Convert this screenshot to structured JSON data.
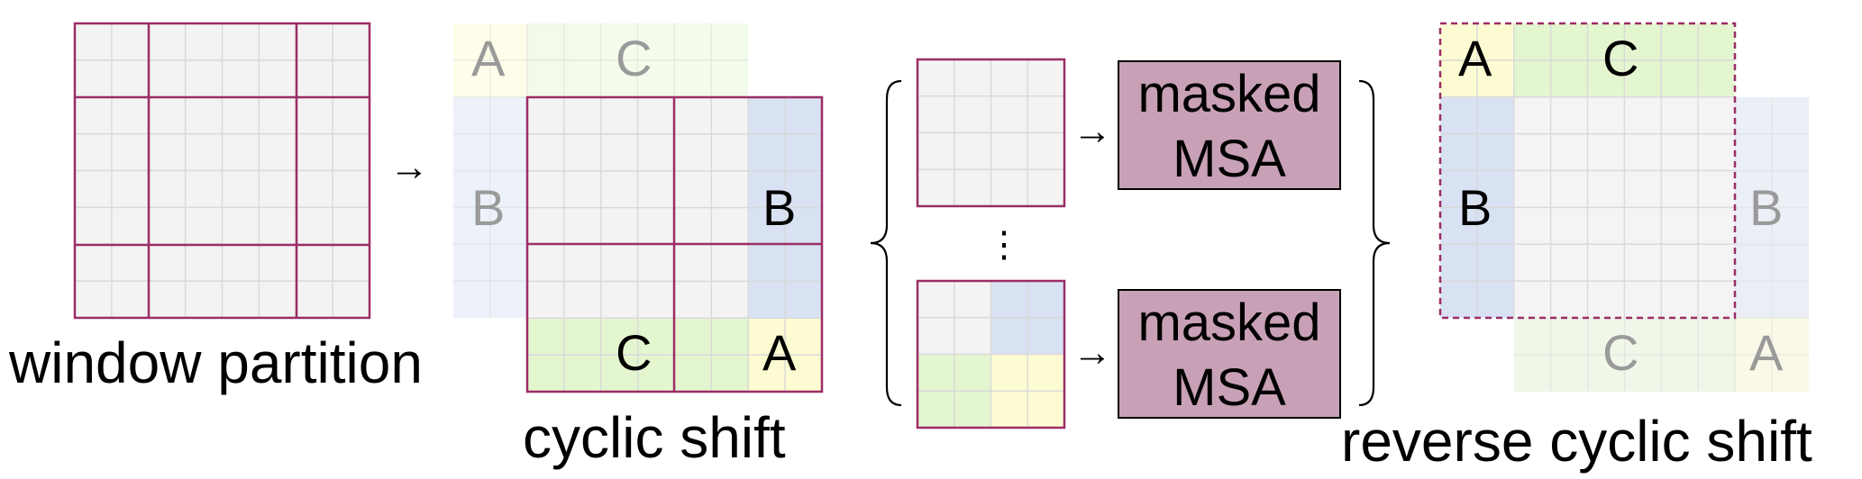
{
  "captions": {
    "window_partition": "window partition",
    "cyclic_shift": "cyclic shift",
    "reverse_cyclic_shift": "reverse cyclic shift"
  },
  "regions": {
    "a": "A",
    "b": "B",
    "c": "C"
  },
  "msa": {
    "line1": "masked",
    "line2": "MSA"
  },
  "ellipsis": "⋮",
  "arrow": "→",
  "colors": {
    "cell_fill": "#f3f3f3",
    "grid_line": "#d9d9d9",
    "window_border": "#9b2d66",
    "region_a": "#fdfbd2",
    "region_b": "#d8e2f3",
    "region_c": "#e4f6d0",
    "msa_fill": "#c8a1b6"
  }
}
